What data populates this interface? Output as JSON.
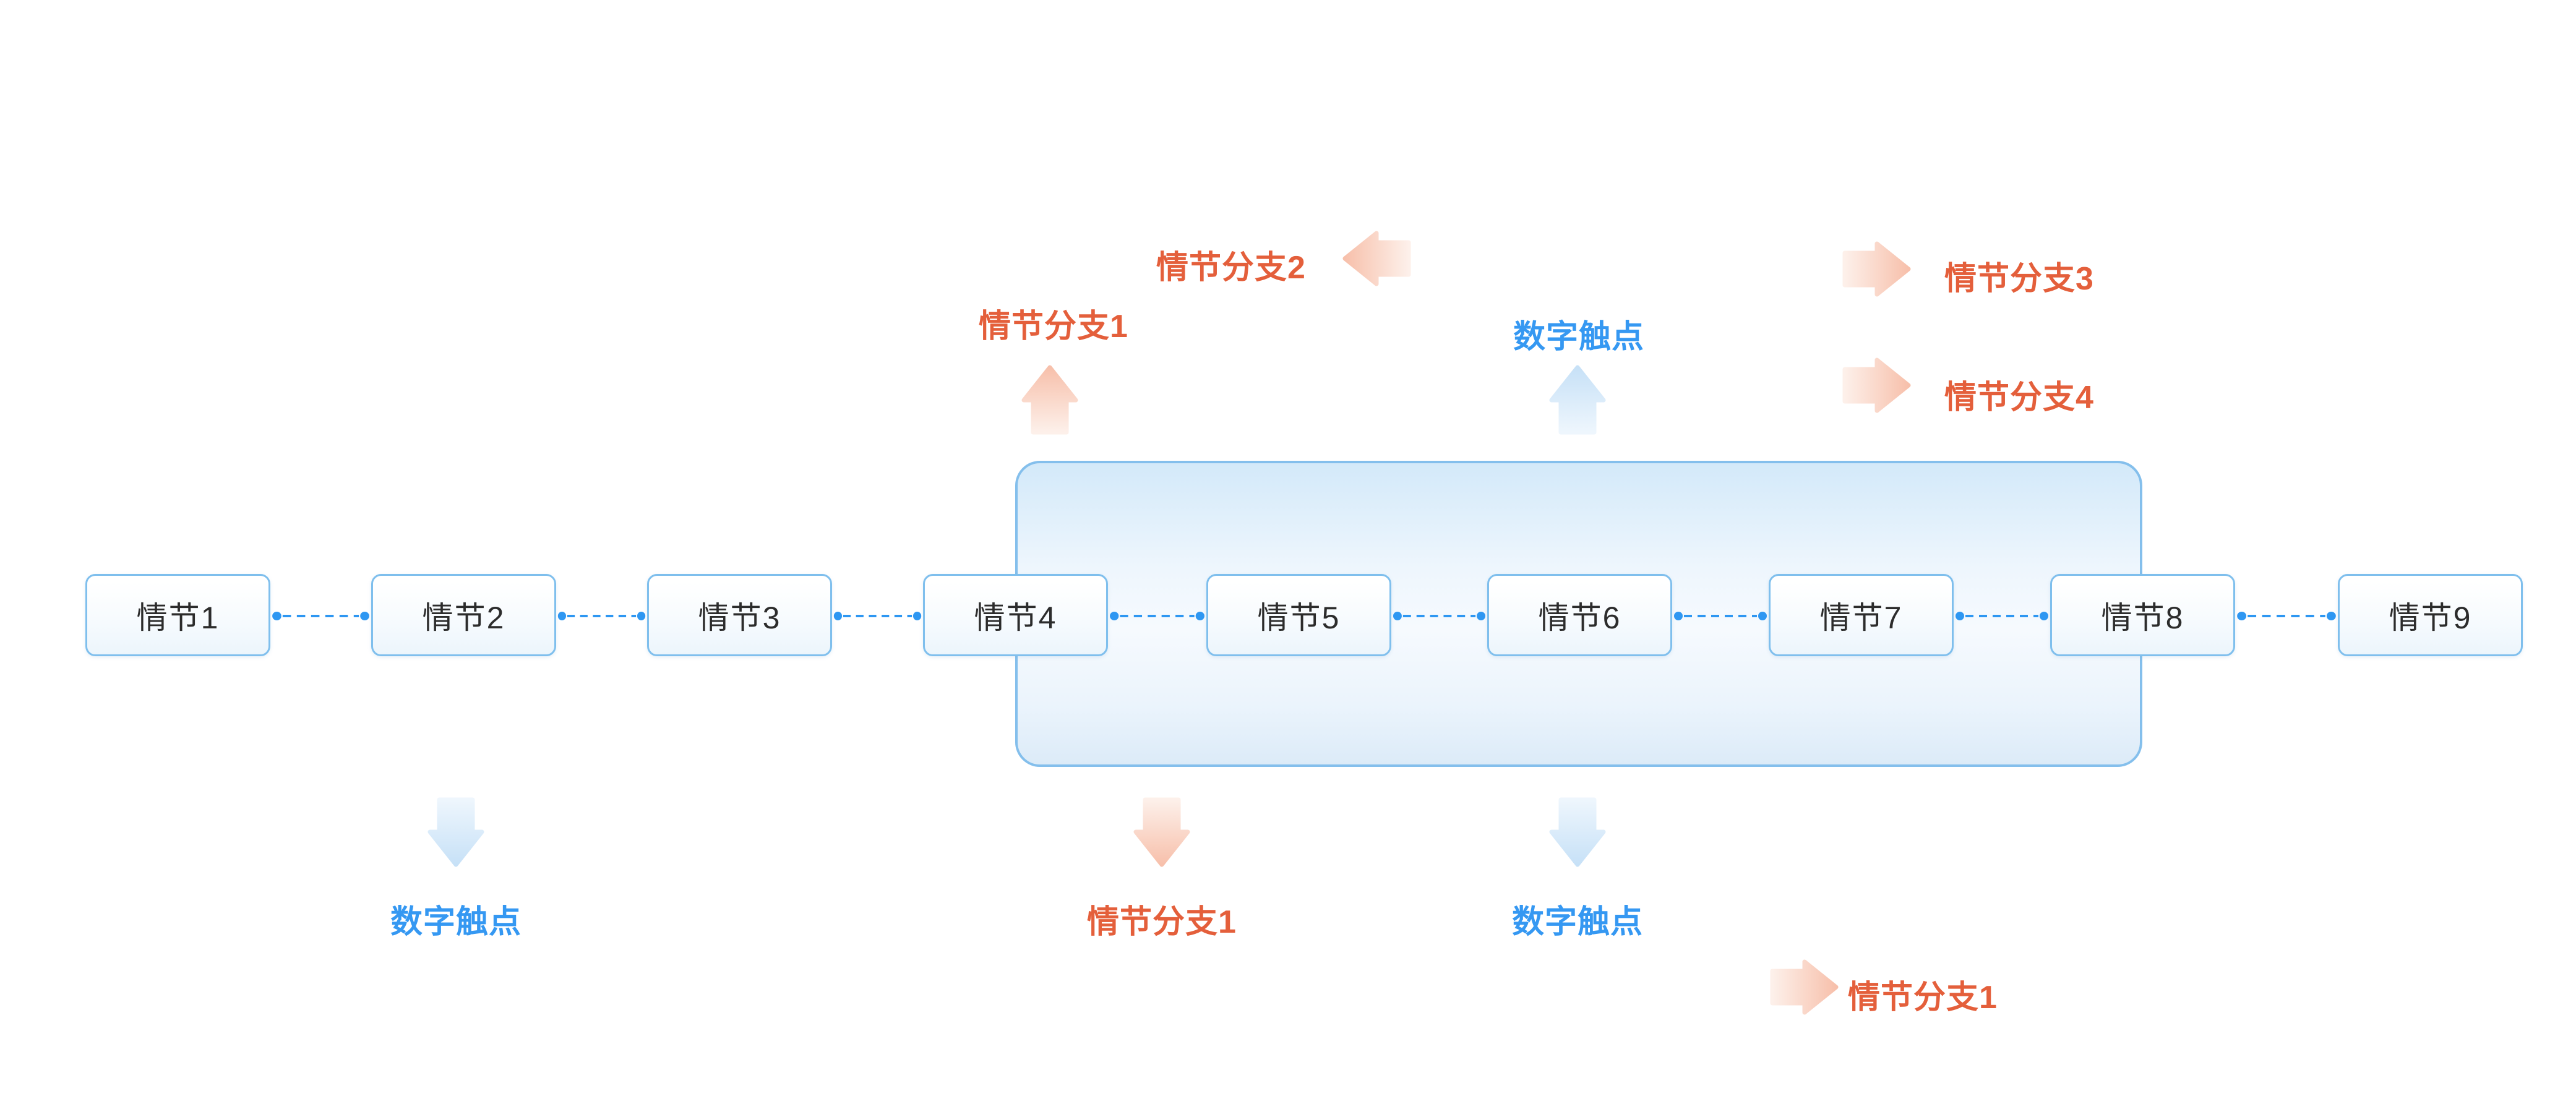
{
  "diagram": {
    "title": "plot-flow-with-branches",
    "nodes": [
      {
        "label": "情节1"
      },
      {
        "label": "情节2"
      },
      {
        "label": "情节3"
      },
      {
        "label": "情节4"
      },
      {
        "label": "情节5"
      },
      {
        "label": "情节6"
      },
      {
        "label": "情节7"
      },
      {
        "label": "情节8"
      },
      {
        "label": "情节9"
      }
    ],
    "annotations": {
      "top_branch2": {
        "label": "情节分支2",
        "color": "orange",
        "arrow": "left"
      },
      "top_branch1": {
        "label": "情节分支1",
        "color": "orange",
        "arrow": "up"
      },
      "top_touchpoint": {
        "label": "数字触点",
        "color": "blue",
        "arrow": "up"
      },
      "top_branch3": {
        "label": "情节分支3",
        "color": "orange",
        "arrow": "right"
      },
      "top_branch4": {
        "label": "情节分支4",
        "color": "orange",
        "arrow": "right"
      },
      "bottom_touchpoint_left": {
        "label": "数字触点",
        "color": "blue",
        "arrow": "down"
      },
      "bottom_branch1_mid": {
        "label": "情节分支1",
        "color": "orange",
        "arrow": "down"
      },
      "bottom_touchpoint_mid": {
        "label": "数字触点",
        "color": "blue",
        "arrow": "down"
      },
      "bottom_branch1_right": {
        "label": "情节分支1",
        "color": "orange",
        "arrow": "right"
      }
    },
    "colors": {
      "orange_text": "#e45f3b",
      "blue_text": "#3598f2",
      "connector_blue": "#2e97f2",
      "box_border": "#7fbfed",
      "container_border": "#84bfec",
      "box_text": "#2c2c2c",
      "orange_arrow_strong": "#f7c0ab",
      "orange_arrow_soft": "#fdf0ea",
      "blue_arrow_strong": "#c7e1f7",
      "blue_arrow_soft": "#eef6fd"
    }
  }
}
